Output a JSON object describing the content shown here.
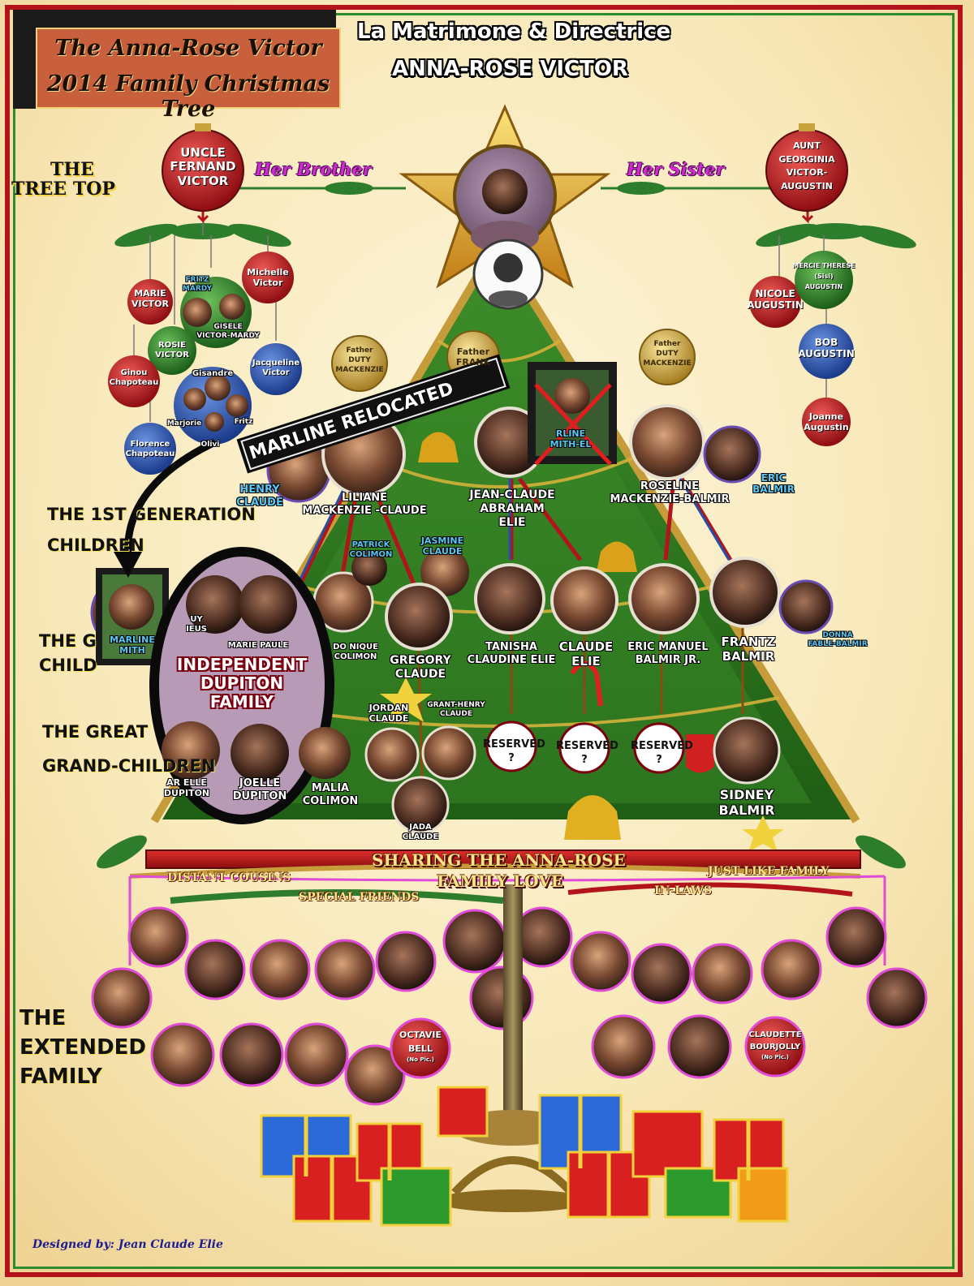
{
  "title": {
    "line1": "The Anna-Rose Victor",
    "line2": "2014 Family Christmas Tree"
  },
  "matriarch": {
    "role": "La Matrimone & Directrice",
    "name": "ANNA-ROSE VICTOR"
  },
  "sections": {
    "tree_top_1": "THE",
    "tree_top_2": "TREE TOP",
    "first_gen_1": "THE 1ST GENERATION",
    "first_gen_2": "CHILDREN",
    "grand_1": "THE G",
    "grand_2": "CHILD",
    "great_1": "THE GREAT",
    "great_2": "GRAND-CHILDREN",
    "extended_1": "THE",
    "extended_2": "EXTENDED",
    "extended_3": "FAMILY"
  },
  "relations": {
    "brother": "Her Brother",
    "sister": "Her Sister"
  },
  "uncle": {
    "l1": "UNCLE",
    "l2": "FERNAND",
    "l3": "VICTOR"
  },
  "aunt": {
    "l1": "AUNT",
    "l2": "GEORGINIA",
    "l3": "VICTOR-AUGUSTIN"
  },
  "left_branch": {
    "marie": {
      "l1": "MARIE",
      "l2": "VICTOR"
    },
    "fritz": {
      "l1": "FRITZ",
      "l2": "MARDY"
    },
    "gisele": {
      "l1": "GISELE",
      "l2": "VICTOR-MARDY"
    },
    "michelle": {
      "l1": "Michelle",
      "l2": "Victor"
    },
    "rosie": {
      "l1": "ROSIE",
      "l2": "VICTOR"
    },
    "ginou": {
      "l1": "Ginou",
      "l2": "Chapoteau"
    },
    "gisandre": "Gisandre",
    "marjorie": "Marjorie",
    "fritz2": "Fritz",
    "olivi": "Olivi",
    "jacqueline": {
      "l1": "Jacqueline",
      "l2": "Victor"
    },
    "florence": {
      "l1": "Florence",
      "l2": "Chapoteau"
    }
  },
  "right_branch": {
    "mercie": {
      "l1": "MERCIE THERESE",
      "l2": "(Sisi)",
      "l3": "AUGUSTIN"
    },
    "nicole": {
      "l1": "NICOLE",
      "l2": "AUGUSTIN"
    },
    "bob": {
      "l1": "BOB",
      "l2": "AUGUSTIN"
    },
    "joanne": {
      "l1": "Joanne",
      "l2": "Augustin"
    }
  },
  "fathers": {
    "f1": {
      "l1": "Father",
      "l2": "DUTY",
      "l3": "MACKENZIE"
    },
    "f2": {
      "l1": "Father",
      "l2": "FRANK"
    },
    "f3": {
      "l1": "Father",
      "l2": "DUTY",
      "l3": "MACKENZIE"
    }
  },
  "first_gen": {
    "henry": {
      "l1": "HENRY",
      "l2": "CLAUDE"
    },
    "liliane": {
      "l1": "LILIANE",
      "l2": "MACKENZIE -CLAUDE"
    },
    "jean_claude": {
      "l1": "JEAN-CLAUDE ABRAHAM",
      "l2": "ELIE"
    },
    "marline_crossed": {
      "l1": "RLINE",
      "l2": "MITH-EL"
    },
    "roseline": {
      "l1": "ROSELINE",
      "l2": "MACKENZIE-BALMIR"
    },
    "eric": {
      "l1": "ERIC",
      "l2": "BALMIR"
    }
  },
  "relocation": {
    "banner": "MARLINE RELOCATED",
    "moved": {
      "l1": "MARLINE",
      "l2": "MITH"
    },
    "independent": {
      "l1": "INDEPENDENT",
      "l2": "DUPITON",
      "l3": "FAMILY"
    }
  },
  "grand_children": {
    "guy": {
      "l1": "UY",
      "l2": "IEUS"
    },
    "marie_paule": "MARIE PAULE",
    "patrick": {
      "l1": "PATRICK",
      "l2": "COLIMON"
    },
    "jasmine": {
      "l1": "JASMINE",
      "l2": "CLAUDE"
    },
    "dominique": {
      "l1": "DO NIQUE",
      "l2": "COLIMON"
    },
    "gregory": {
      "l1": "GREGORY",
      "l2": "CLAUDE"
    },
    "tanisha": {
      "l1": "TANISHA",
      "l2": "CLAUDINE ELIE"
    },
    "claude": {
      "l1": "CLAUDE",
      "l2": "ELIE"
    },
    "eric_manuel": {
      "l1": "ERIC MANUEL",
      "l2": "BALMIR JR."
    },
    "frantz": {
      "l1": "FRANTZ",
      "l2": "BALMIR"
    },
    "donna": {
      "l1": "DONNA",
      "l2": "FABLE-BALMIR"
    }
  },
  "great_grand": {
    "jordan": {
      "l1": "JORDAN",
      "l2": "CLAUDE"
    },
    "grant_henry": {
      "l1": "GRANT-HENRY",
      "l2": "CLAUDE"
    },
    "arielle": {
      "l1": "AR ELLE",
      "l2": "DUPITON"
    },
    "joelle": {
      "l1": "JOELLE",
      "l2": "DUPITON"
    },
    "malia": {
      "l1": "MALIA",
      "l2": "COLIMON"
    },
    "jada": {
      "l1": "JADA",
      "l2": "CLAUDE"
    },
    "reserved_1": {
      "l1": "RESERVED",
      "l2": "?"
    },
    "reserved_2": {
      "l1": "RESERVED",
      "l2": "?"
    },
    "reserved_3": {
      "l1": "RESERVED",
      "l2": "?"
    },
    "sidney": {
      "l1": "SIDNEY",
      "l2": "BALMIR"
    }
  },
  "extended": {
    "banner_l1": "SHARING THE ANNA-ROSE",
    "banner_l2": "FAMILY LOVE",
    "distant_cousins": "DISTANT COUSINS",
    "special_friends": "SPECIAL FRIENDS",
    "in_laws": "IN-LAWS",
    "just_like_family": "JUST LIKE FAMILY",
    "octavie": {
      "l1": "OCTAVIE",
      "l2": "BELL",
      "l3": "(No Pic.)"
    },
    "claudette": {
      "l1": "CLAUDETTE",
      "l2": "BOURJOLLY",
      "l3": "(No Pic.)"
    }
  },
  "credit": "Designed by: Jean Claude Elie",
  "colors": {
    "ornament_red": "#b3131b",
    "ornament_green": "#2d7d2d",
    "ornament_blue": "#2450a8",
    "ornament_gold": "#c8a23c",
    "tree_green": "#2e7d1f",
    "extended_pink": "#e04bd8",
    "label_blue": "#5bc6f2"
  }
}
